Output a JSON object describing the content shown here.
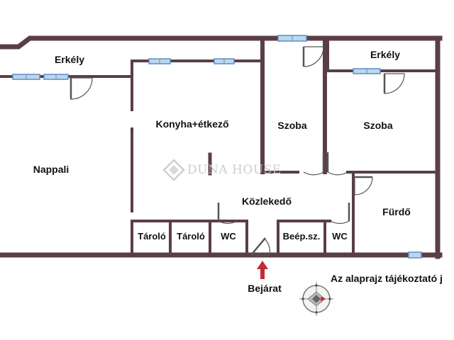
{
  "rooms": {
    "erkely_left": "Erkély",
    "erkely_right": "Erkély",
    "nappali": "Nappali",
    "konyha": "Konyha+étkező",
    "szoba_1": "Szoba",
    "szoba_2": "Szoba",
    "kozlekedo": "Közlekedő",
    "furdo": "Fürdő",
    "tarolo_1": "Tároló",
    "tarolo_2": "Tároló",
    "wc_1": "WC",
    "beepsz": "Beép.sz.",
    "wc_2": "WC"
  },
  "entrance": {
    "label": "Bejárat"
  },
  "watermark": {
    "text": "DUNA HOUSE"
  },
  "disclaimer": "Az alaprajz tájékoztató j",
  "colors": {
    "wall": "#5a3e46",
    "window": "#5b8fc4",
    "window_fill": "#bcd6ee",
    "entrance_arrow": "#c42a33",
    "compass_needle": "#c42a33"
  }
}
